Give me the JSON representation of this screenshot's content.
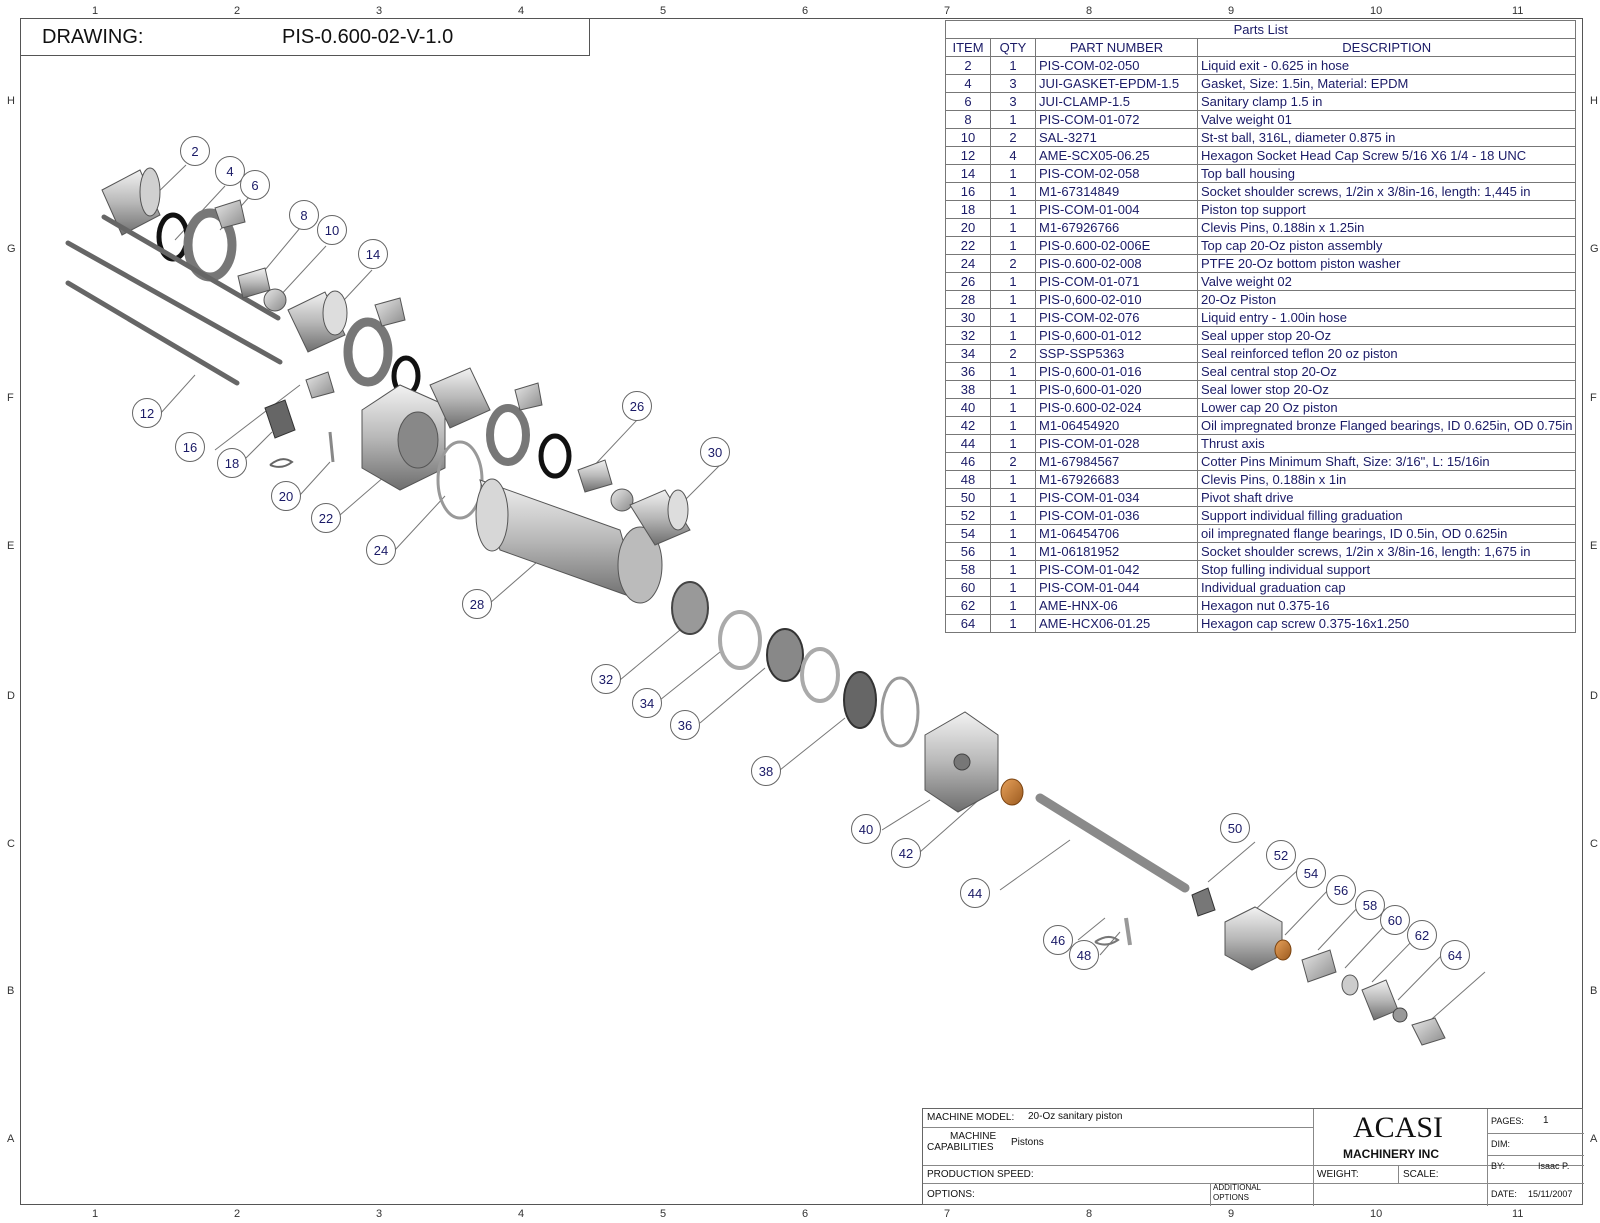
{
  "drawing": {
    "label": "DRAWING:",
    "number": "PIS-0.600-02-V-1.0"
  },
  "grid": {
    "columns": [
      "1",
      "2",
      "3",
      "4",
      "5",
      "6",
      "7",
      "8",
      "9",
      "10",
      "11"
    ],
    "rows": [
      "H",
      "G",
      "F",
      "E",
      "D",
      "C",
      "B",
      "A"
    ]
  },
  "parts_list": {
    "caption": "Parts List",
    "headers": [
      "ITEM",
      "QTY",
      "PART NUMBER",
      "DESCRIPTION"
    ],
    "rows": [
      [
        "2",
        "1",
        "PIS-COM-02-050",
        "Liquid exit - 0.625 in hose"
      ],
      [
        "4",
        "3",
        "JUI-GASKET-EPDM-1.5",
        "Gasket, Size: 1.5in, Material: EPDM"
      ],
      [
        "6",
        "3",
        "JUI-CLAMP-1.5",
        "Sanitary clamp 1.5 in"
      ],
      [
        "8",
        "1",
        "PIS-COM-01-072",
        "Valve weight 01"
      ],
      [
        "10",
        "2",
        "SAL-3271",
        "St-st ball, 316L, diameter 0.875 in"
      ],
      [
        "12",
        "4",
        "AME-SCX05-06.25",
        "Hexagon Socket Head Cap Screw 5/16 X6 1/4 - 18 UNC"
      ],
      [
        "14",
        "1",
        "PIS-COM-02-058",
        "Top ball housing"
      ],
      [
        "16",
        "1",
        "M1-67314849",
        "Socket shoulder screws, 1/2in x 3/8in-16, length: 1,445 in"
      ],
      [
        "18",
        "1",
        "PIS-COM-01-004",
        "Piston top support"
      ],
      [
        "20",
        "1",
        "M1-67926766",
        "Clevis Pins, 0.188in x 1.25in"
      ],
      [
        "22",
        "1",
        "PIS-0.600-02-006E",
        "Top cap 20-Oz piston assembly"
      ],
      [
        "24",
        "2",
        "PIS-0.600-02-008",
        "PTFE 20-Oz bottom piston washer"
      ],
      [
        "26",
        "1",
        "PIS-COM-01-071",
        "Valve weight 02"
      ],
      [
        "28",
        "1",
        "PIS-0,600-02-010",
        "20-Oz Piston"
      ],
      [
        "30",
        "1",
        "PIS-COM-02-076",
        "Liquid entry - 1.00in hose"
      ],
      [
        "32",
        "1",
        "PIS-0,600-01-012",
        "Seal upper stop 20-Oz"
      ],
      [
        "34",
        "2",
        "SSP-SSP5363",
        "Seal reinforced teflon 20 oz piston"
      ],
      [
        "36",
        "1",
        "PIS-0,600-01-016",
        "Seal central stop 20-Oz"
      ],
      [
        "38",
        "1",
        "PIS-0,600-01-020",
        "Seal lower stop 20-Oz"
      ],
      [
        "40",
        "1",
        "PIS-0.600-02-024",
        "Lower cap 20 Oz piston"
      ],
      [
        "42",
        "1",
        "M1-06454920",
        "Oil impregnated bronze Flanged bearings, ID 0.625in, OD 0.75in"
      ],
      [
        "44",
        "1",
        "PIS-COM-01-028",
        "Thrust axis"
      ],
      [
        "46",
        "2",
        "M1-67984567",
        "Cotter Pins Minimum Shaft, Size: 3/16\", L: 15/16in"
      ],
      [
        "48",
        "1",
        "M1-67926683",
        "Clevis Pins, 0.188in x 1in"
      ],
      [
        "50",
        "1",
        "PIS-COM-01-034",
        "Pivot shaft drive"
      ],
      [
        "52",
        "1",
        "PIS-COM-01-036",
        "Support individual filling graduation"
      ],
      [
        "54",
        "1",
        "M1-06454706",
        "oil impregnated flange bearings, ID 0.5in, OD 0.625in"
      ],
      [
        "56",
        "1",
        "M1-06181952",
        "Socket shoulder screws, 1/2in x 3/8in-16, length: 1,675 in"
      ],
      [
        "58",
        "1",
        "PIS-COM-01-042",
        "Stop fulling individual support"
      ],
      [
        "60",
        "1",
        "PIS-COM-01-044",
        "Individual graduation cap"
      ],
      [
        "62",
        "1",
        "AME-HNX-06",
        "Hexagon nut 0.375-16"
      ],
      [
        "64",
        "1",
        "AME-HCX06-01.25",
        "Hexagon cap screw 0.375-16x1.250"
      ]
    ]
  },
  "callouts": [
    "2",
    "4",
    "6",
    "8",
    "10",
    "12",
    "14",
    "16",
    "18",
    "20",
    "22",
    "24",
    "26",
    "28",
    "30",
    "32",
    "34",
    "36",
    "38",
    "40",
    "42",
    "44",
    "46",
    "48",
    "50",
    "52",
    "54",
    "56",
    "58",
    "60",
    "62",
    "64"
  ],
  "title_block": {
    "machine_model_label": "MACHINE MODEL:",
    "machine_model": "20-Oz sanitary piston",
    "capabilities_label_1": "MACHINE",
    "capabilities_label_2": "CAPABILITIES",
    "capabilities": "Pistons",
    "production_speed_label": "PRODUCTION SPEED:",
    "options_label": "OPTIONS:",
    "additional_options_1": "ADDITIONAL",
    "additional_options_2": "OPTIONS",
    "company_1": "ACASI",
    "company_2": "MACHINERY INC",
    "weight_label": "WEIGHT:",
    "scale_label": "SCALE:",
    "pages_label": "PAGES:",
    "pages": "1",
    "dim_label": "DIM:",
    "by_label": "BY:",
    "by": "Isaac P.",
    "date_label": "DATE:",
    "date": "15/11/2007"
  }
}
